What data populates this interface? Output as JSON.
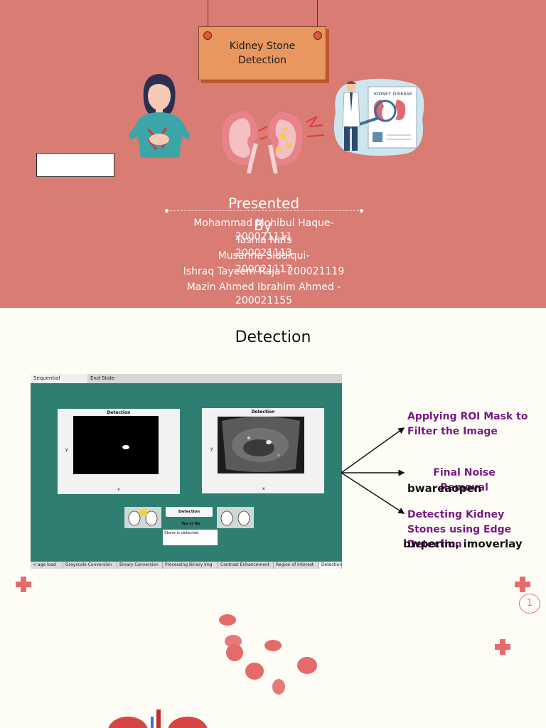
{
  "slide1": {
    "title": "Kidney Stone Detection",
    "presented": "Presented",
    "by": "By",
    "authors": [
      "Mohammad Mohibul Haque-",
      "200021111",
      "Tasnia Nafs",
      "200021113",
      "Musanna Siddiqui-",
      "200021117",
      "Ishraq Tayeem Raja -200021119",
      "Mazin Ahmed Ibrahim Ahmed -",
      "200021155"
    ],
    "illustration_labels": {
      "kidney_disease": "KIDNEY DISEASE"
    }
  },
  "slide2": {
    "title": "Detection",
    "app": {
      "top_tabs": [
        "Sequential Visualization",
        "End-State Output"
      ],
      "figure1": {
        "title": "Detection",
        "xlabel": "x",
        "ylabel": "y"
      },
      "figure2": {
        "title": "Detection",
        "xlabel": "x",
        "ylabel": "y"
      },
      "detect_button": "Detection",
      "prompt": "Yes or No",
      "status": "Stone is detected",
      "bottom_tabs": [
        "< age load",
        "Grayscale Conversion",
        "Binary Conversion",
        "Processing Binary Img",
        "Contrast Enhancement",
        "Region of Interest",
        "Detection"
      ]
    },
    "steps": [
      {
        "label": "Applying ROI Mask to Filter the Image"
      },
      {
        "label": "Final Noise Removal",
        "functions": "bwareaopen"
      },
      {
        "label": "Detecting Kidney Stones using Edge Detection",
        "functions": "bwperim, imoverlay"
      }
    ],
    "slide_number": "1"
  },
  "colors": {
    "top_bg": "#d87c74",
    "sign": "#e8975e",
    "app_panel": "#2e7e72",
    "step_text": "#7a1a85",
    "accent": "#e86b6b"
  }
}
